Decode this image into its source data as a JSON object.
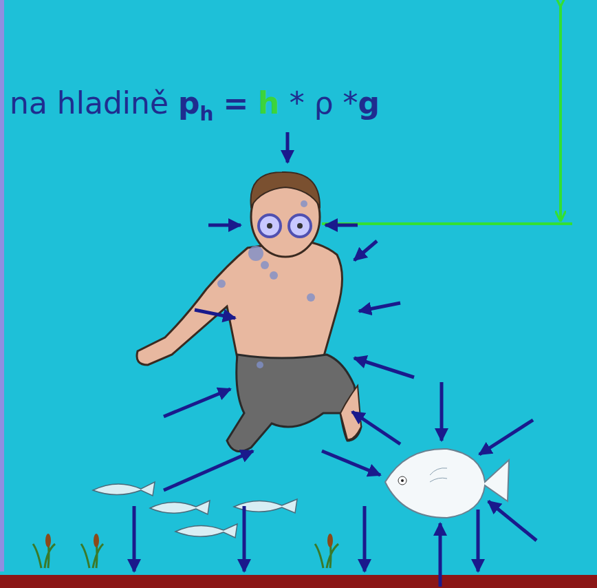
{
  "diagram": {
    "labels": [
      "na hladině",
      "p",
      "h",
      "=",
      "h",
      "* ρ *",
      "g"
    ]
  }
}
